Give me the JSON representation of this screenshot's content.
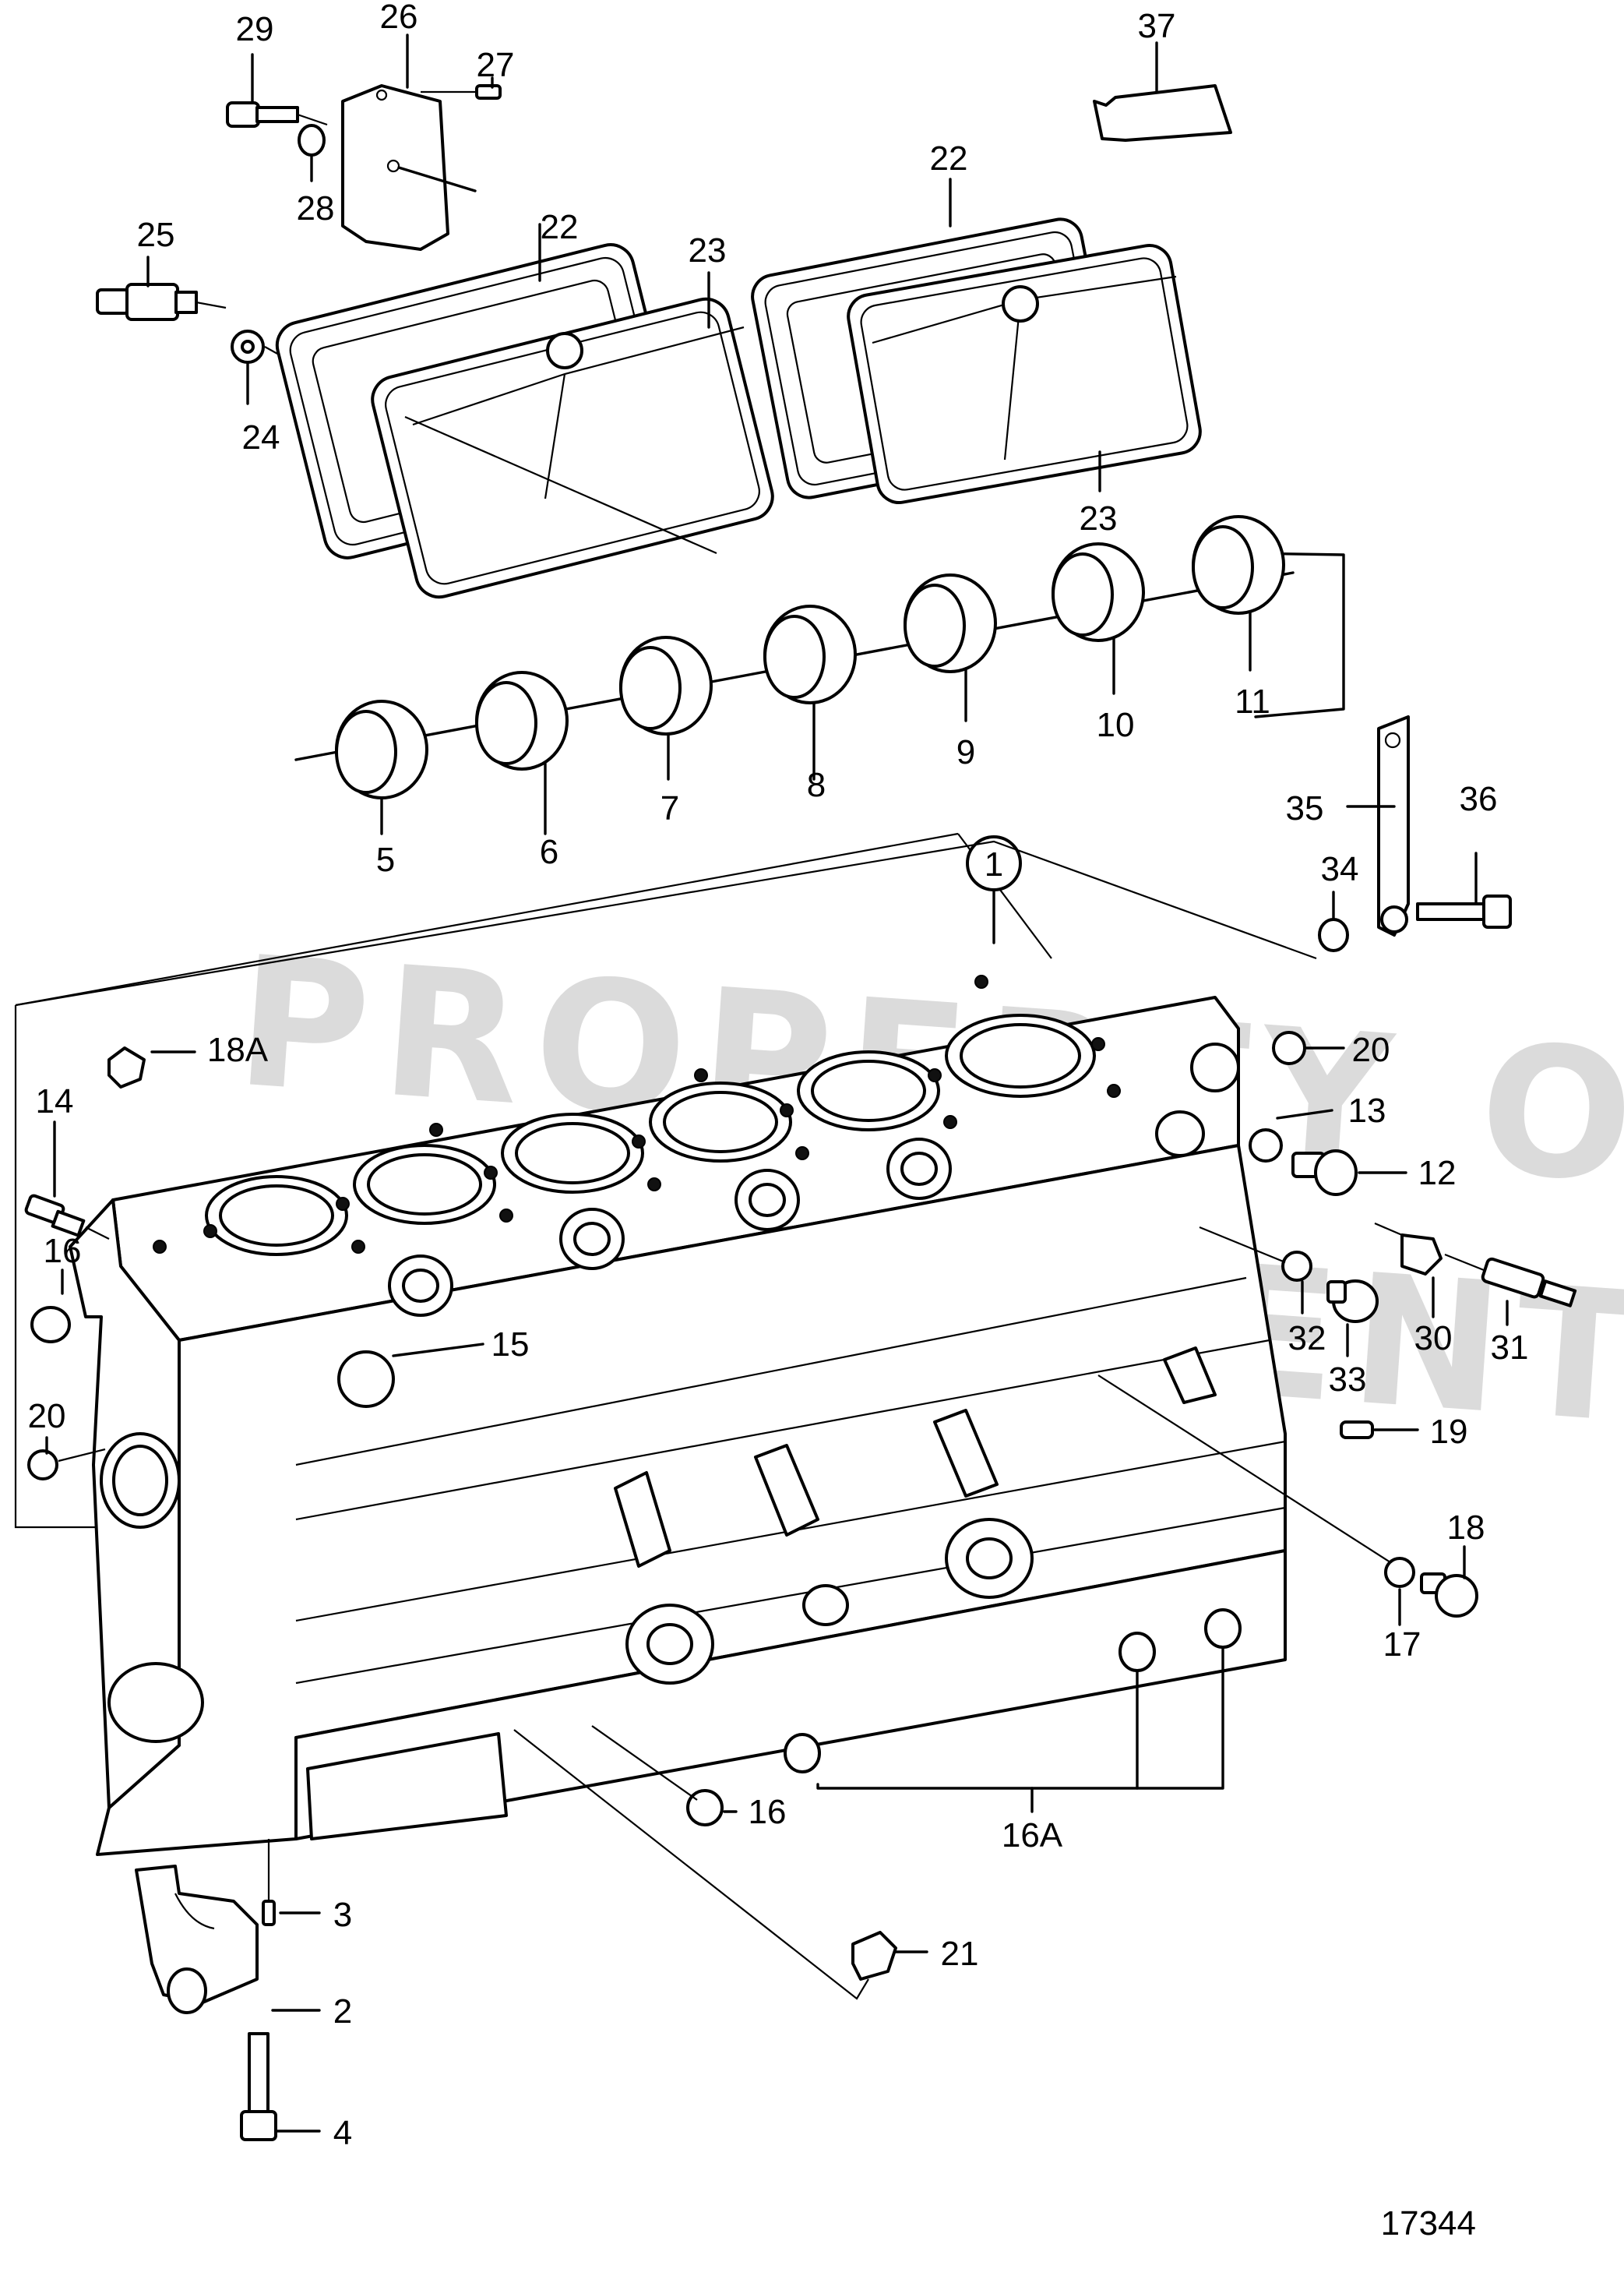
{
  "figure_number": "17344",
  "watermark": [
    "PROPERTY OF",
    "VOLVO PENTA"
  ],
  "callout_circle": "1",
  "part_labels": [
    {
      "id": "29",
      "text": "29"
    },
    {
      "id": "26",
      "text": "26"
    },
    {
      "id": "27",
      "text": "27"
    },
    {
      "id": "28",
      "text": "28"
    },
    {
      "id": "37",
      "text": "37"
    },
    {
      "id": "25",
      "text": "25"
    },
    {
      "id": "22a",
      "text": "22"
    },
    {
      "id": "23a",
      "text": "23"
    },
    {
      "id": "24",
      "text": "24"
    },
    {
      "id": "22b",
      "text": "22"
    },
    {
      "id": "23b",
      "text": "23"
    },
    {
      "id": "5",
      "text": "5"
    },
    {
      "id": "6",
      "text": "6"
    },
    {
      "id": "7",
      "text": "7"
    },
    {
      "id": "8",
      "text": "8"
    },
    {
      "id": "9",
      "text": "9"
    },
    {
      "id": "10",
      "text": "10"
    },
    {
      "id": "11",
      "text": "11"
    },
    {
      "id": "35",
      "text": "35"
    },
    {
      "id": "36",
      "text": "36"
    },
    {
      "id": "34",
      "text": "34"
    },
    {
      "id": "18A",
      "text": "18A"
    },
    {
      "id": "20a",
      "text": "20"
    },
    {
      "id": "13",
      "text": "13"
    },
    {
      "id": "14",
      "text": "14"
    },
    {
      "id": "12",
      "text": "12"
    },
    {
      "id": "16a",
      "text": "16"
    },
    {
      "id": "15",
      "text": "15"
    },
    {
      "id": "32",
      "text": "32"
    },
    {
      "id": "30",
      "text": "30"
    },
    {
      "id": "31",
      "text": "31"
    },
    {
      "id": "33",
      "text": "33"
    },
    {
      "id": "20b",
      "text": "20"
    },
    {
      "id": "19",
      "text": "19"
    },
    {
      "id": "18",
      "text": "18"
    },
    {
      "id": "17",
      "text": "17"
    },
    {
      "id": "16b",
      "text": "16"
    },
    {
      "id": "16A",
      "text": "16A"
    },
    {
      "id": "3",
      "text": "3"
    },
    {
      "id": "21",
      "text": "21"
    },
    {
      "id": "2",
      "text": "2"
    },
    {
      "id": "4",
      "text": "4"
    }
  ]
}
